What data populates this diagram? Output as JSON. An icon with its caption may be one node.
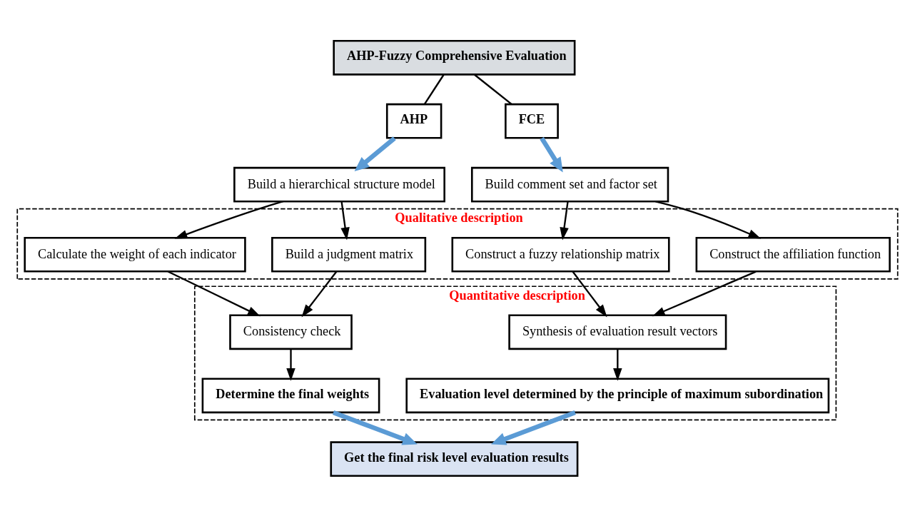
{
  "diagram": {
    "nodes": [
      {
        "text": [
          "AHP-Fuzzy Comprehensive Evaluation"
        ]
      },
      {
        "text": [
          "AHP"
        ]
      },
      {
        "text": [
          "FCE"
        ]
      },
      {
        "text": [
          "Build a hierarchical structure model"
        ]
      },
      {
        "text": [
          "Build comment set and factor set"
        ]
      },
      {
        "text": [
          "Qualitative description"
        ]
      },
      {
        "text": [
          "Build a judgment matrix"
        ],
        "in": 5
      },
      {
        "text": [
          "Calculate the weight of each indicator"
        ],
        "in": 5
      },
      {
        "text": [
          "Construct the affiliation function"
        ],
        "in": 5
      },
      {
        "text": [
          "Construct a fuzzy relationship matrix"
        ],
        "in": 5
      },
      {
        "text": [
          "Quantitative description"
        ]
      },
      {
        "text": [
          "Consistency check"
        ],
        "in": 10
      },
      {
        "text": [
          "Synthesis of evaluation result vectors"
        ],
        "in": 10
      },
      {
        "text": [
          "Determine the final weights"
        ],
        "in": 10
      },
      {
        "text": [
          "Evaluation level determined by the principle of maximum subordination"
        ],
        "in": 10
      },
      {
        "text": [
          "Get the final risk level evaluation results"
        ]
      }
    ],
    "edges": [
      {
        "from": 0,
        "to": 1,
        "arrow": "none"
      },
      {
        "from": 0,
        "to": 2,
        "arrow": "none"
      },
      {
        "from": 1,
        "to": 3,
        "arrow": "to",
        "style": "thick",
        "color": "#5b9bd5"
      },
      {
        "from": 2,
        "to": 4,
        "arrow": "to",
        "style": "thick",
        "color": "#5b9bd5"
      },
      {
        "from": 3,
        "to": 6,
        "arrow": "to"
      },
      {
        "from": 3,
        "to": 7,
        "arrow": "to"
      },
      {
        "from": 4,
        "to": 8,
        "arrow": "to"
      },
      {
        "from": 4,
        "to": 9,
        "arrow": "to"
      },
      {
        "from": 6,
        "to": 11,
        "arrow": "to"
      },
      {
        "from": 7,
        "to": 11,
        "arrow": "to"
      },
      {
        "from": 8,
        "to": 12,
        "arrow": "to"
      },
      {
        "from": 9,
        "to": 12,
        "arrow": "to"
      },
      {
        "from": 11,
        "to": 13,
        "arrow": "to"
      },
      {
        "from": 12,
        "to": 14,
        "arrow": "to"
      },
      {
        "from": 13,
        "to": 15,
        "arrow": "to",
        "style": "thick",
        "color": "#5b9bd5"
      },
      {
        "from": 14,
        "to": 15,
        "arrow": "to",
        "style": "thick",
        "color": "#5b9bd5"
      }
    ]
  }
}
